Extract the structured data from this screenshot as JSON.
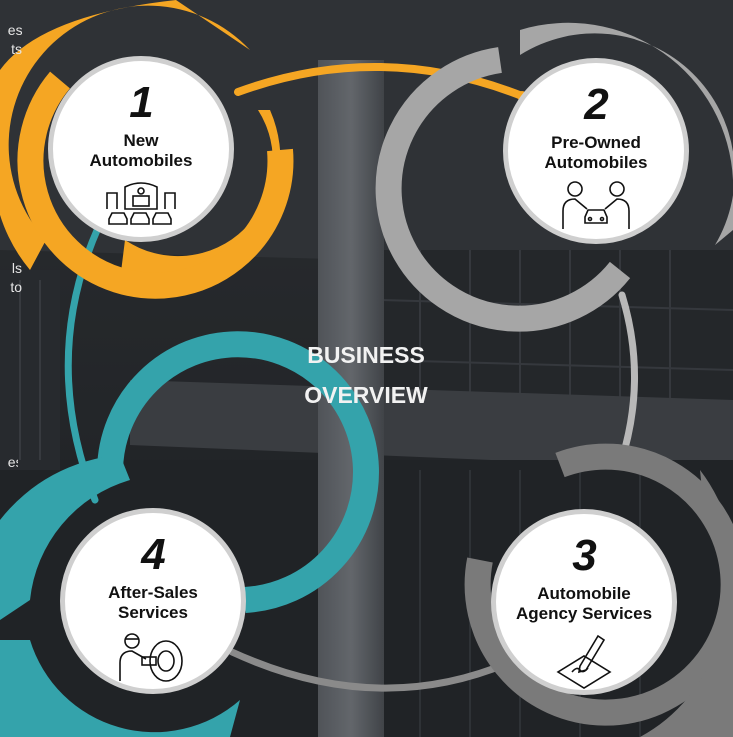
{
  "center": {
    "line1": "BUSINESS",
    "line2": "OVERVIEW"
  },
  "nodes": [
    {
      "number": "1",
      "title": "New\nAutomobiles",
      "icon": "showroom-icon",
      "color": "#f5a623"
    },
    {
      "number": "2",
      "title": "Pre-Owned\nAutomobiles",
      "icon": "handshake-car-icon",
      "color": "#9c9c9c"
    },
    {
      "number": "3",
      "title": "Automobile\nAgency Services",
      "icon": "signature-icon",
      "color": "#707070"
    },
    {
      "number": "4",
      "title": "After-Sales\nServices",
      "icon": "mechanic-tire-icon",
      "color": "#34a3ab"
    }
  ],
  "edge_fragments": [
    "es",
    "ts",
    "ls",
    "to",
    "es"
  ],
  "colors": {
    "orange": "#f5a623",
    "light_grey": "#9c9c9c",
    "dark_grey": "#707070",
    "teal": "#34a3ab",
    "background": "#2c2f33"
  }
}
